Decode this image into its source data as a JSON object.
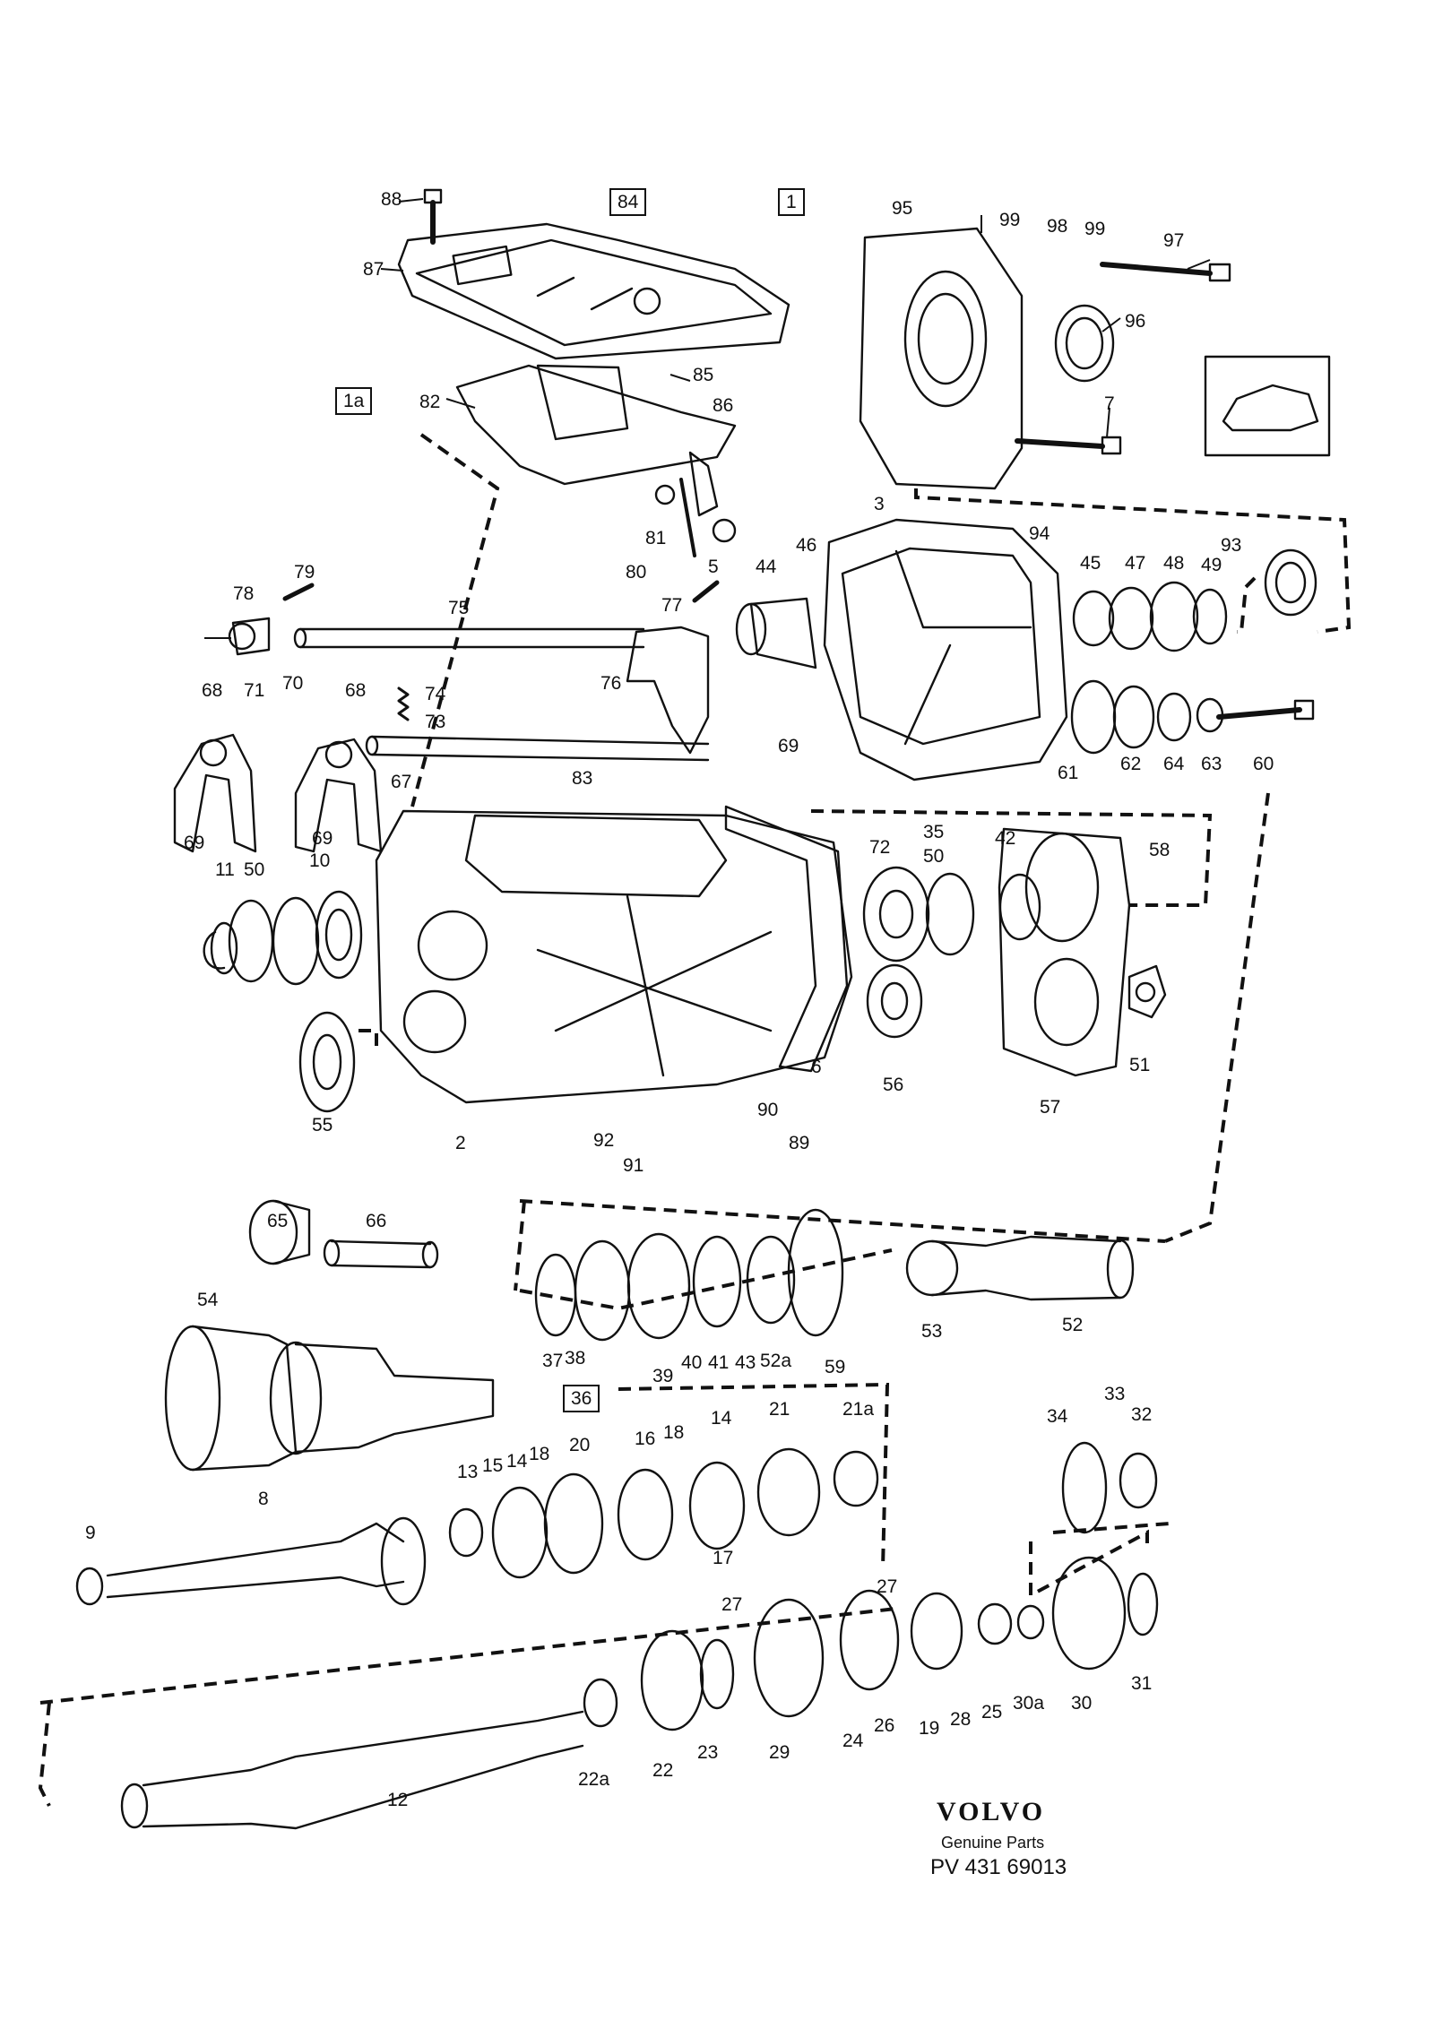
{
  "brand": {
    "name": "VOLVO",
    "subtitle": "Genuine Parts",
    "part_number": "PV 431 69013"
  },
  "boxed_labels": [
    "84",
    "1",
    "1a",
    "36"
  ],
  "callouts": [
    "88",
    "87",
    "84",
    "1",
    "1a",
    "82",
    "85",
    "86",
    "81",
    "80",
    "5",
    "79",
    "78",
    "75",
    "77",
    "76",
    "68",
    "71",
    "70",
    "68",
    "74",
    "73",
    "67",
    "69",
    "69",
    "69",
    "83",
    "72",
    "95",
    "99",
    "98",
    "99",
    "97",
    "96",
    "7",
    "3",
    "94",
    "93",
    "46",
    "44",
    "45",
    "47",
    "48",
    "49",
    "61",
    "62",
    "64",
    "63",
    "60",
    "35",
    "50",
    "42",
    "58",
    "11",
    "50",
    "10",
    "55",
    "2",
    "56",
    "57",
    "51",
    "6",
    "90",
    "92",
    "91",
    "89",
    "65",
    "66",
    "54",
    "37",
    "38",
    "36",
    "39",
    "40",
    "41",
    "43",
    "52a",
    "59",
    "53",
    "52",
    "13",
    "15",
    "14",
    "18",
    "20",
    "16",
    "18",
    "14",
    "21",
    "21a",
    "8",
    "9",
    "17",
    "34",
    "33",
    "32",
    "27",
    "27",
    "22a",
    "22",
    "23",
    "29",
    "24",
    "26",
    "19",
    "28",
    "25",
    "30a",
    "30",
    "31",
    "12"
  ]
}
